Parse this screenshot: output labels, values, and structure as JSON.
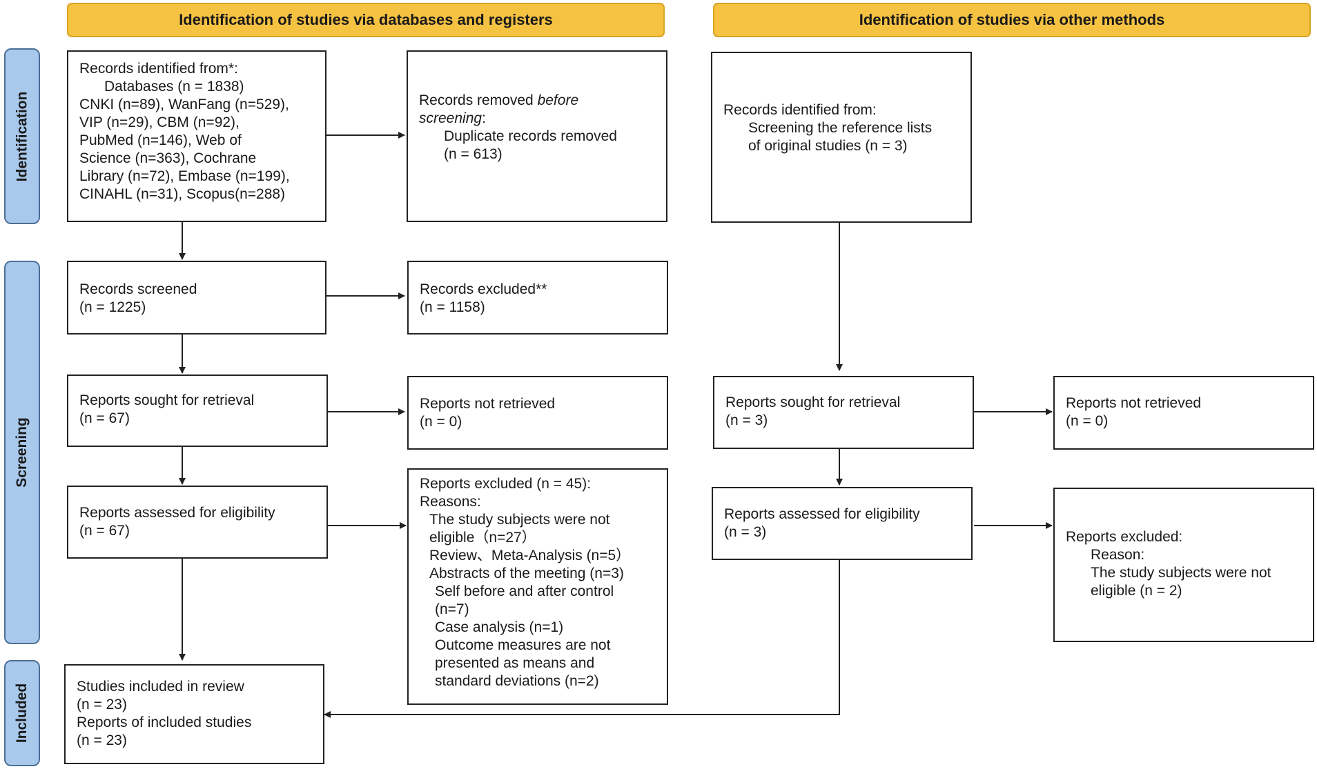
{
  "headers": {
    "databases": "Identification of studies via databases and registers",
    "other": "Identification of studies via other methods"
  },
  "phases": {
    "identification": "Identification",
    "screening": "Screening",
    "included": "Included"
  },
  "db": {
    "records_identified": {
      "title": "Records identified from*:",
      "databases": "Databases (n = 1838)",
      "lines": [
        "CNKI (n=89), WanFang (n=529),",
        "VIP (n=29), CBM (n=92),",
        "PubMed (n=146), Web of",
        "Science (n=363), Cochrane",
        "Library (n=72), Embase (n=199),",
        "CINAHL (n=31), Scopus(n=288)"
      ]
    },
    "records_removed": {
      "prefix": "Records removed ",
      "italic1": "before",
      "italic2": "screening",
      "suffix": ":",
      "line1": "Duplicate records removed",
      "line2": "(n = 613)"
    },
    "records_screened": {
      "label": "Records screened",
      "n": "(n = 1225)"
    },
    "records_excluded": {
      "label": "Records excluded**",
      "n": "(n = 1158)"
    },
    "reports_sought": {
      "label": "Reports sought for retrieval",
      "n": "(n = 67)"
    },
    "reports_not_retrieved": {
      "label": "Reports not retrieved",
      "n": "(n = 0)"
    },
    "reports_assessed": {
      "label": "Reports assessed for eligibility",
      "n": "(n = 67)"
    },
    "reports_excluded": {
      "title": "Reports excluded (n = 45):",
      "reasons": "Reasons:",
      "r1a": "The study subjects were not",
      "r1b": "eligible（n=27）",
      "r2": "Review、Meta-Analysis (n=5）",
      "r3": "Abstracts of the meeting (n=3)",
      "r4a": "Self before and after control",
      "r4b": "(n=7)",
      "r5": "Case analysis (n=1)",
      "r6a": "Outcome measures are not",
      "r6b": "presented as means and",
      "r6c": "standard deviations (n=2)"
    },
    "included": {
      "studies": "Studies included in review",
      "studies_n": "(n = 23)",
      "reports": "Reports of included studies",
      "reports_n": "(n = 23)"
    }
  },
  "other": {
    "records_identified": {
      "title": "Records identified from:",
      "line1": "Screening the reference lists",
      "line2": "of original studies (n = 3)"
    },
    "reports_sought": {
      "label": "Reports sought for retrieval",
      "n": "(n = 3)"
    },
    "reports_not_retrieved": {
      "label": "Reports not retrieved",
      "n": "(n = 0)"
    },
    "reports_assessed": {
      "label": "Reports assessed for eligibility",
      "n": "(n = 3)"
    },
    "reports_excluded": {
      "title": "Reports excluded:",
      "reason": "Reason:",
      "line1": "The study subjects were not",
      "line2": "eligible (n = 2)"
    }
  }
}
